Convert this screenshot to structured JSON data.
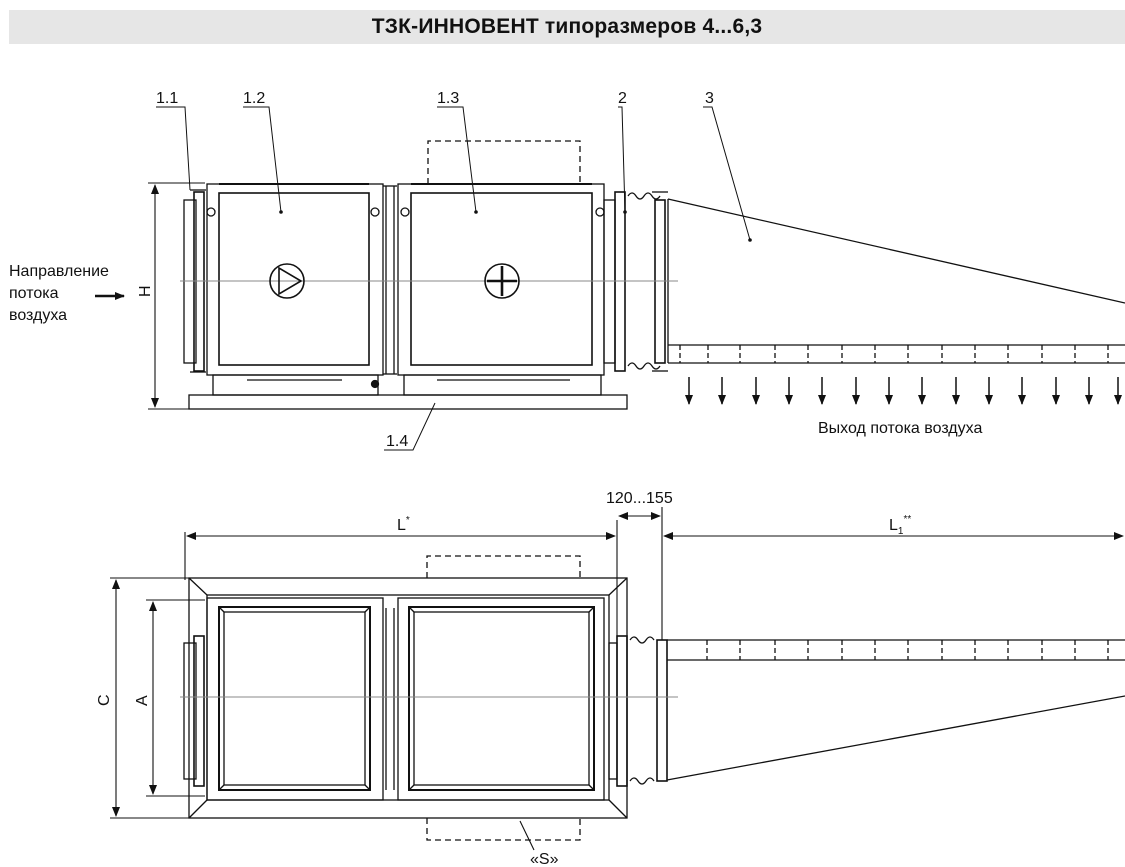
{
  "title": "ТЗК-ИННОВЕНТ типоразмеров 4...6,3",
  "labels": {
    "p1_1": "1.1",
    "p1_2": "1.2",
    "p1_3": "1.3",
    "p1_4": "1.4",
    "p2": "2",
    "p3": "3"
  },
  "inlet": {
    "line1": "Направление",
    "line2": "потока",
    "line3": "воздуха"
  },
  "outlet_label": "Выход потока воздуха",
  "dimensions": {
    "H": "H",
    "L": "L",
    "L_sup": "*",
    "gap": "120...155",
    "L1": "L",
    "L1_sub": "1",
    "L1_sup": "**",
    "C": "C",
    "A": "A",
    "S": "«S»"
  }
}
